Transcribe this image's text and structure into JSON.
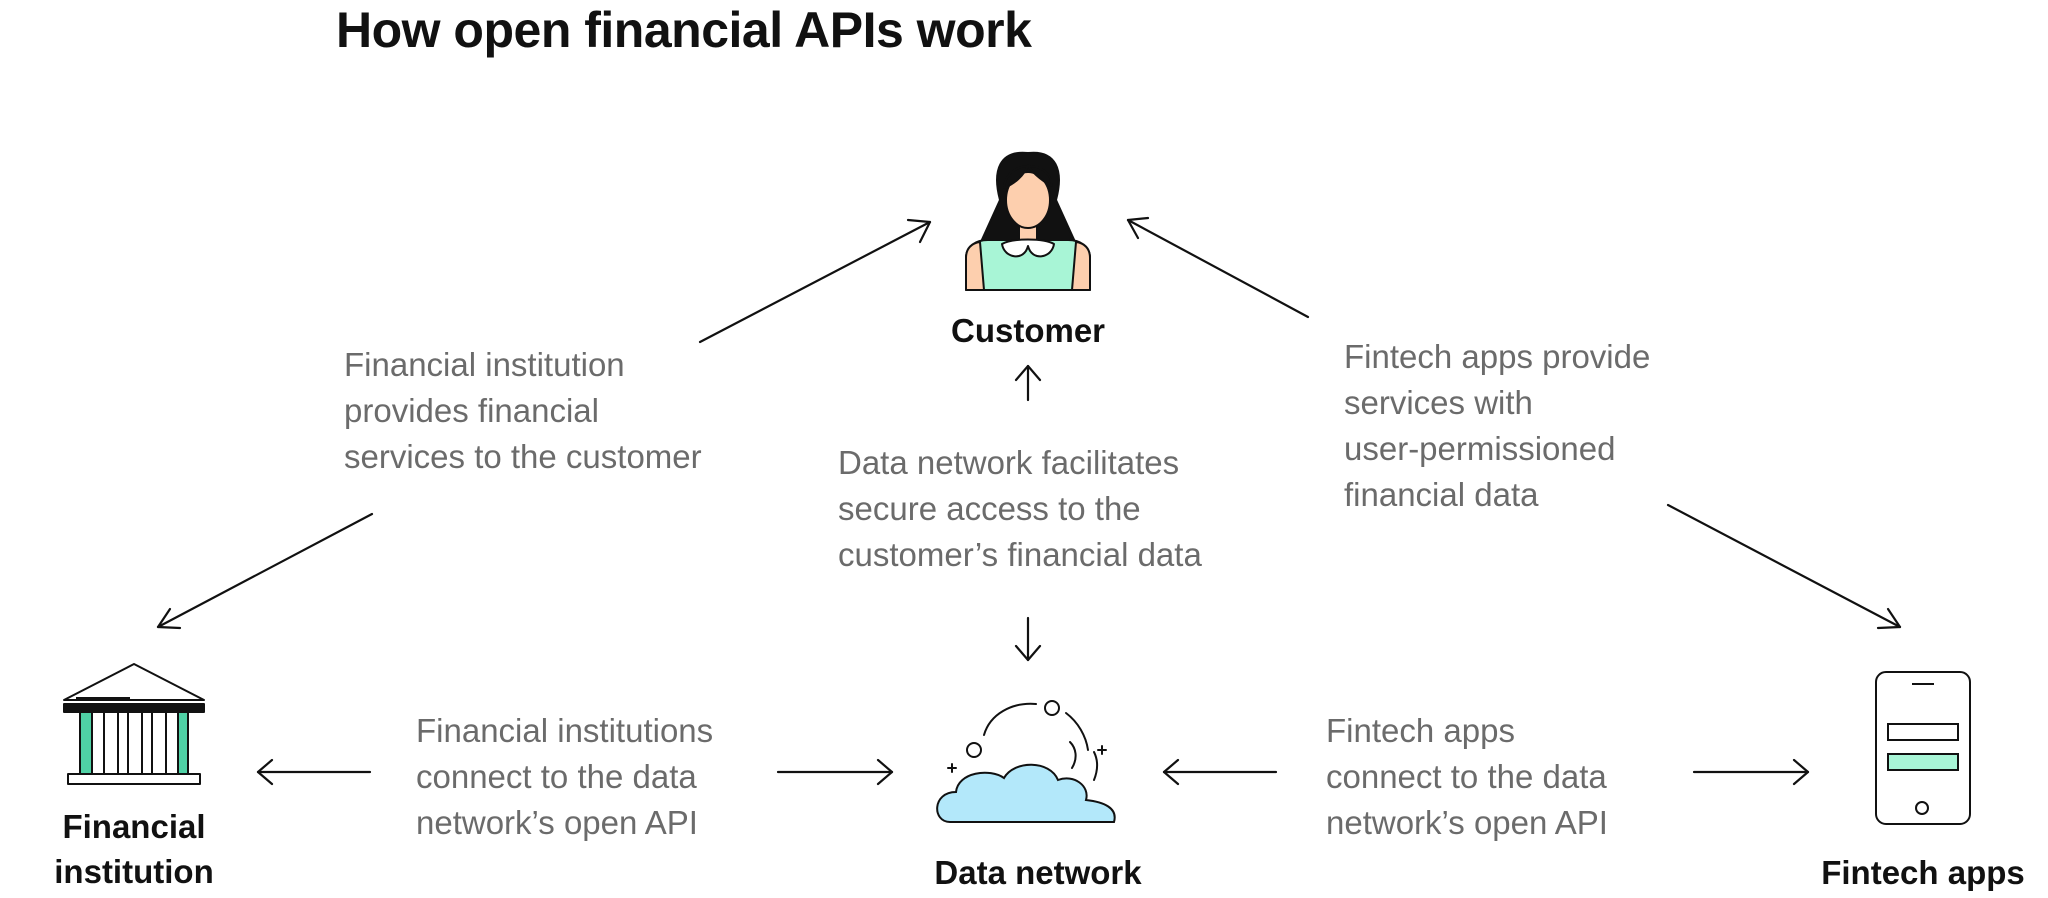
{
  "title": "How open financial APIs work",
  "nodes": {
    "customer": {
      "label": "Customer"
    },
    "financial_institution": {
      "label_lines": [
        "Financial",
        "institution"
      ]
    },
    "data_network": {
      "label": "Data network"
    },
    "fintech_apps": {
      "label": "Fintech apps"
    }
  },
  "descriptions": {
    "fi_to_customer": [
      "Financial institution",
      "provides financial",
      "services to the customer"
    ],
    "data_network_access": [
      "Data network facilitates",
      "secure access to the",
      "customer’s financial data"
    ],
    "fintech_to_customer": [
      "Fintech apps provide",
      "services with",
      "user-permissioned",
      "financial data"
    ],
    "fi_connect": [
      "Financial institutions",
      "connect to the data",
      "network’s open API"
    ],
    "fintech_connect": [
      "Fintech apps",
      "connect to the data",
      "network’s open API"
    ]
  },
  "colors": {
    "accent_mint": "#a8f5d6",
    "accent_teal": "#4fd1a5",
    "cloud_blue": "#b3e8fa",
    "skin": "#fdcfae",
    "hair": "#111111",
    "text_gray": "#6b6b6b"
  },
  "icons": {
    "customer": "woman-avatar-icon",
    "financial_institution": "bank-building-icon",
    "data_network": "cloud-network-icon",
    "fintech_apps": "smartphone-icon"
  }
}
